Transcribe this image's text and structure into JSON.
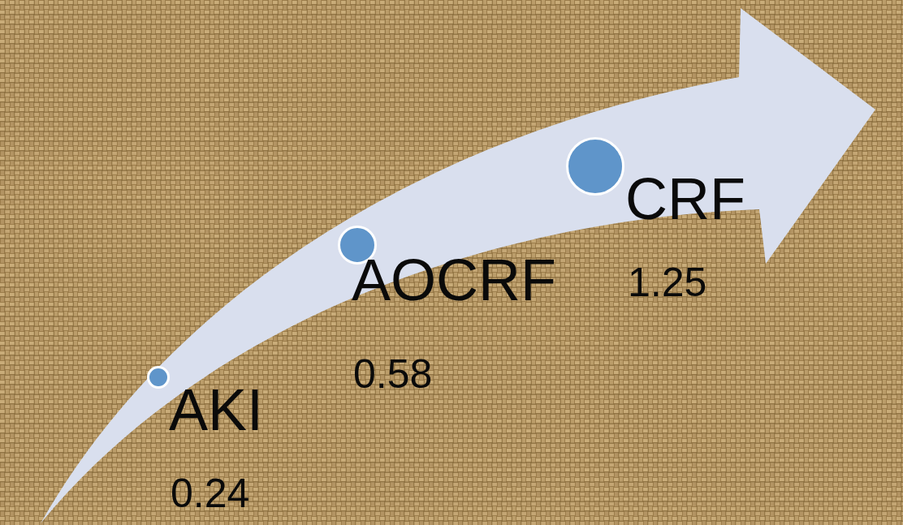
{
  "diagram": {
    "nodes": [
      {
        "text": [
          "AKI",
          "0.24"
        ]
      },
      {
        "text": [
          "AOCRF",
          "0.58"
        ]
      },
      {
        "text": [
          "CRF",
          "1.25"
        ]
      }
    ]
  }
}
